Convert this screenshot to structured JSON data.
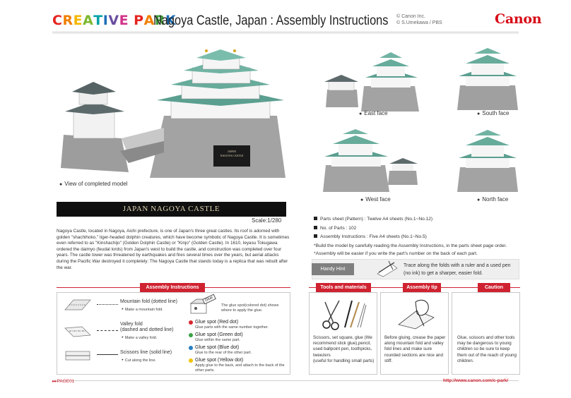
{
  "header": {
    "logo_letters": [
      {
        "ch": "C",
        "color": "#e52420"
      },
      {
        "ch": "R",
        "color": "#f07f00"
      },
      {
        "ch": "E",
        "color": "#f3b600"
      },
      {
        "ch": "A",
        "color": "#7cb82f"
      },
      {
        "ch": "T",
        "color": "#00a0a8"
      },
      {
        "ch": "I",
        "color": "#1c6fb8"
      },
      {
        "ch": "V",
        "color": "#6a4ea0"
      },
      {
        "ch": "E",
        "color": "#d2338a"
      },
      {
        "ch": " ",
        "color": "#fff"
      },
      {
        "ch": "P",
        "color": "#e52420"
      },
      {
        "ch": "A",
        "color": "#f07f00"
      },
      {
        "ch": "R",
        "color": "#3f9f3a"
      },
      {
        "ch": "K",
        "color": "#1c6fb8"
      }
    ],
    "title": "Nagoya Castle, Japan : Assembly Instructions",
    "copyright_1": "© Canon Inc.",
    "copyright_2": "© S.Umekawa / PBS",
    "brand": "Canon"
  },
  "captions": {
    "completed": "View of completed model",
    "east": "East face",
    "south": "South face",
    "west": "West face",
    "north": "North face"
  },
  "model_plaque": {
    "line1": "JAPAN",
    "line2": "NAGOYA CASTLE"
  },
  "banner": "JAPAN NAGOYA CASTLE",
  "scale": "Scale:1/280",
  "description": "Nagoya Castle, located in Nagoya, Aichi prefecture, is one of Japan's three great castles. Its roof is adorned with golden \"shachihoko,\" tiger-headed dolphin creatures, which have become symbolic of Nagoya Castle. It is sometimes even referred to as \"Kinshachijo\" (Golden Dolphin Castle) or \"Kinjo\" (Golden Castle). In 1610, Ieyasu Tokugawa ordered the daimyo (feudal lords) from Japan's west to build the castle, and construction was completed over four years. The castle tower was threatened by earthquakes and fires several times over the years, but aerial attacks during the Pacific War destroyed it completely: The Nagoya Castle that stands today is a replica that was rebuilt after the war.",
  "parts_info": {
    "items": [
      "Parts sheet  (Pattern) : Twelve A4 sheets  (No.1~No.12)",
      "No. of Parts : 102",
      "Assembly Instructions : Five A4 sheets  (No.1~No.5)"
    ],
    "notes": [
      "*Build the model by carefully reading the Assembly Instructions, in the parts sheet page order.",
      "*Assembly will be easier if you write the part's number on the back of each part."
    ]
  },
  "hint": {
    "tag": "Handy Hint",
    "text": "Trace along the folds with a ruler and a used pen (no ink) to get a sharper, easier fold."
  },
  "assembly_instructions": {
    "tab": "Assembly Instructions",
    "mountain": {
      "label": "Mountain fold (dotted line)",
      "sub": "Make a mountain fold."
    },
    "valley": {
      "label1": "Valley fold",
      "label2": "(dashed and dotted line)",
      "sub": "Make a valley fold."
    },
    "scissors": {
      "label": "Scissors line (solid line)",
      "sub": "Cut along the line."
    },
    "glue_tag": "Glue",
    "glue_intro": "The glue spot(colored dot) shows where to apply the glue.",
    "spots": [
      {
        "title": "Glue spot (Red dot)",
        "sub": "Glue parts with the same number together.",
        "color": "#d7282f"
      },
      {
        "title": "Glue spot (Green dot)",
        "sub": "Glue within the same part.",
        "color": "#3aa245"
      },
      {
        "title": "Glue spot (Blue dot)",
        "sub": "Glue to the rear of the other part.",
        "color": "#2a7fc1"
      },
      {
        "title": "Glue spot (Yellow dot)",
        "sub": "Apply glue to the back, and attach to the back of the other parts.",
        "color": "#f2c200"
      }
    ]
  },
  "tools": {
    "tab": "Tools and materials",
    "text": "Scissors, set square, glue (We recommend stick glue),pencil, used ballpoint pen, toothpicks, tweezers\n(useful for handling small parts)"
  },
  "tip": {
    "tab": "Assembly tip",
    "text": "Before gluing, crease the paper along mountain fold and valley fold lines and make sure rounded sections are nice and stiff."
  },
  "caution": {
    "tab": "Caution",
    "text": "Glue, scissors and other tools may be dangerous to young children so be sure to keep them out of the reach of young children."
  },
  "footer": {
    "page": "PAGE01",
    "url": "http://www.canon.com/c-park/"
  }
}
